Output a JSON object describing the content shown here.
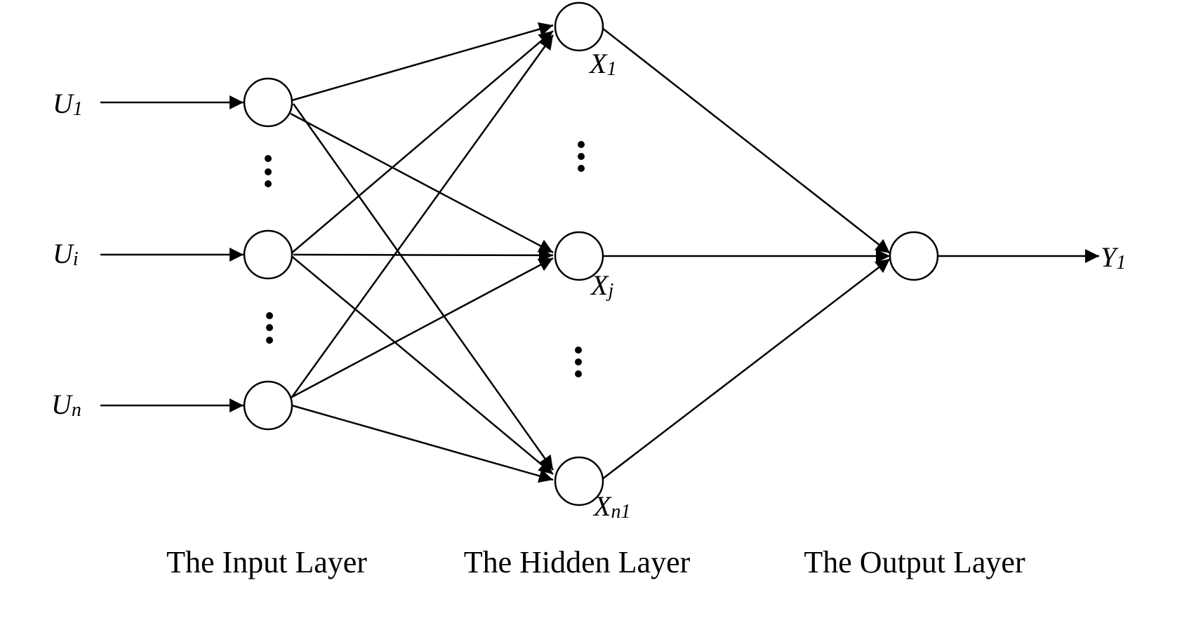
{
  "inputs": [
    {
      "base": "U",
      "sub": "1"
    },
    {
      "base": "U",
      "sub": "i"
    },
    {
      "base": "U",
      "sub": "n"
    }
  ],
  "hidden": [
    {
      "base": "X",
      "sub": "1"
    },
    {
      "base": "X",
      "sub": "j"
    },
    {
      "base": "X",
      "sub": "n1"
    }
  ],
  "output": {
    "base": "Y",
    "sub": "1"
  },
  "layers": {
    "input": "The Input Layer",
    "hidden": "The Hidden Layer",
    "output": "The Output Layer"
  },
  "colors": {
    "stroke": "#000000",
    "background": "#ffffff"
  }
}
